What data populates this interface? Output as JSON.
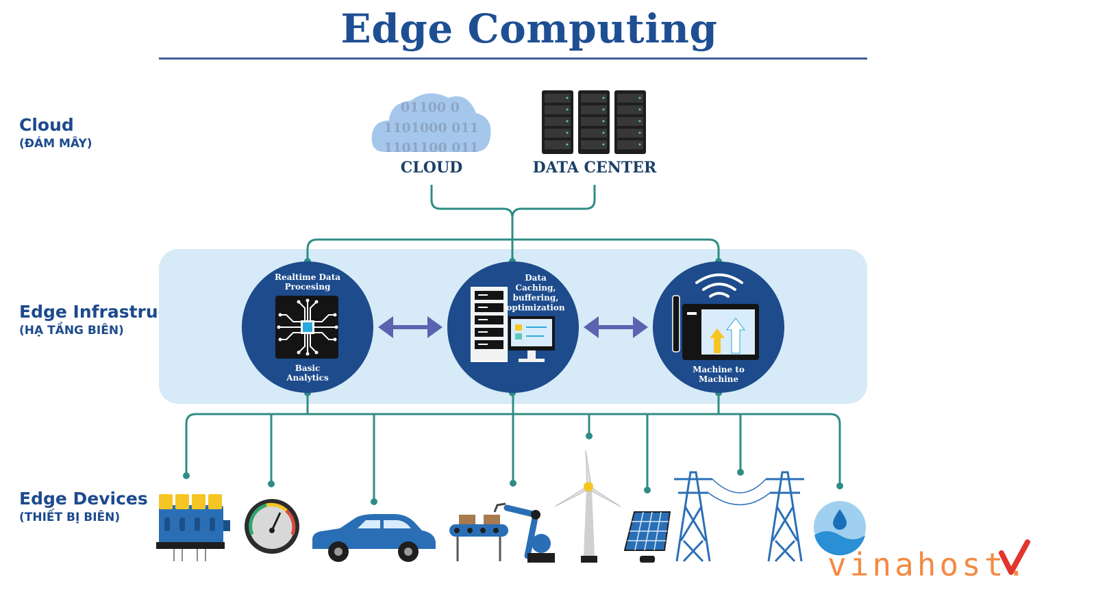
{
  "title": "Edge Computing",
  "tiers": {
    "cloud": {
      "name": "Cloud",
      "sub": "(ĐÁM MÂY)"
    },
    "edge_infrastructure": {
      "name": "Edge Infrastructure",
      "sub": "(HẠ TẦNG BIÊN)"
    },
    "edge_devices": {
      "name": "Edge Devices",
      "sub": "(THIẾT BỊ BIÊN)"
    }
  },
  "cloud_layer": {
    "cloud_label": "CLOUD",
    "datacenter_label": "DATA CENTER",
    "binary_lines": [
      "01100 0",
      "1101000 011",
      "1101100 011"
    ]
  },
  "nodes": {
    "analytics": {
      "top": [
        "Realtime Data",
        "Procesing"
      ],
      "bottom": [
        "Basic",
        "Analytics"
      ]
    },
    "caching": {
      "top": [
        "Data",
        "Caching,",
        "buffering,",
        "optimization"
      ]
    },
    "m2m": {
      "bottom": [
        "Machine to",
        "Machine"
      ]
    }
  },
  "devices": [
    {
      "icon": "engine-block-icon"
    },
    {
      "icon": "speedometer-gauge-icon"
    },
    {
      "icon": "car-icon"
    },
    {
      "icon": "robotic-arm-conveyor-icon"
    },
    {
      "icon": "wind-turbine-icon"
    },
    {
      "icon": "solar-panel-icon"
    },
    {
      "icon": "power-transmission-tower-icon"
    },
    {
      "icon": "water-drop-icon"
    }
  ],
  "logo": {
    "text": "vinahost."
  },
  "colors": {
    "title": "#1e4f93",
    "node_fill": "#1d4b8c",
    "connector": "#2e8c84",
    "band": "#d6eaf7",
    "arrow": "#5a63b0",
    "logo": "#f28a45"
  }
}
